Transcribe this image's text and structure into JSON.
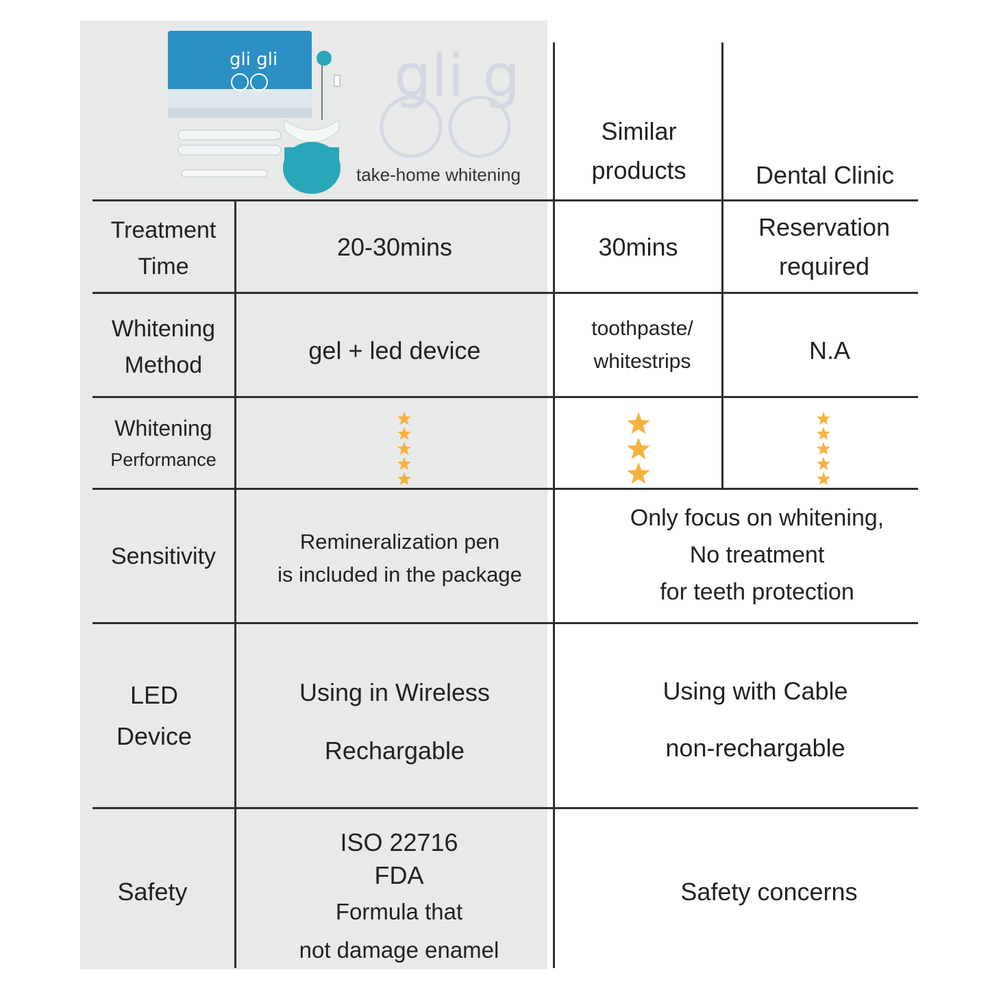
{
  "header": {
    "brand_tagline": "take-home whitening",
    "brand_logo_text": "gli gli",
    "col_similar": [
      "Similar",
      "products"
    ],
    "col_clinic": "Dental Clinic"
  },
  "rows": {
    "treatment_time": {
      "label": [
        "Treatment",
        "Time"
      ],
      "product": "20-30mins",
      "similar": "30mins",
      "clinic": [
        "Reservation",
        "required"
      ]
    },
    "whitening_method": {
      "label": [
        "Whitening",
        "Method"
      ],
      "product": "gel + led device",
      "similar": [
        "toothpaste/",
        "whitestrips"
      ],
      "clinic": "N.A"
    },
    "whitening_performance": {
      "label": [
        "Whitening",
        "Performance"
      ],
      "product_stars": 5,
      "similar_stars": 3,
      "clinic_stars": 5
    },
    "sensitivity": {
      "label": "Sensitivity",
      "product": [
        "Remineralization pen",
        "is included in the package"
      ],
      "others": [
        "Only focus on whitening,",
        "No treatment",
        "for teeth protection"
      ]
    },
    "led_device": {
      "label": [
        "LED",
        "Device"
      ],
      "product": [
        "Using in Wireless",
        "Rechargable"
      ],
      "others": [
        "Using with Cable",
        "non-rechargable"
      ]
    },
    "safety": {
      "label": "Safety",
      "product": [
        "ISO 22716",
        "FDA",
        "Formula that",
        "not damage enamel"
      ],
      "others": "Safety concerns"
    }
  },
  "colors": {
    "panel": "#e8e9e9",
    "line": "#2f2f2f",
    "star": "#f6b23c",
    "device": "#2aa7b8"
  }
}
